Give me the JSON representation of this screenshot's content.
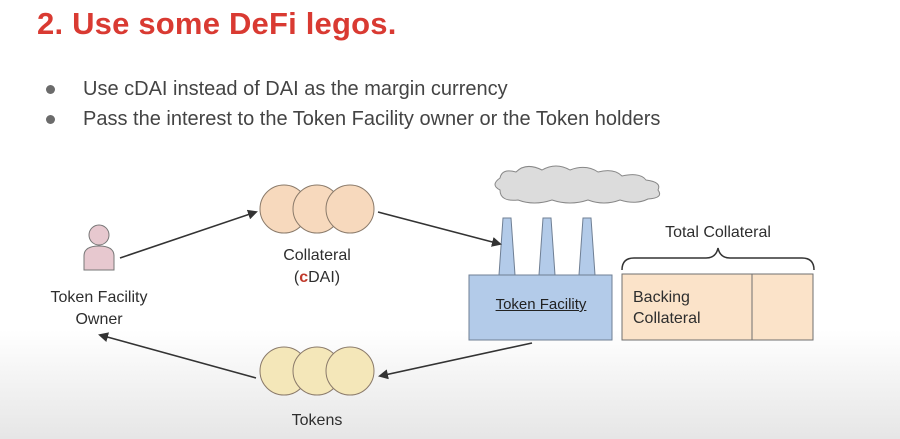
{
  "title": "2. Use some DeFi legos.",
  "bullets": [
    "Use cDAI instead of DAI as the margin currency",
    "Pass the interest to the Token Facility owner or the Token holders"
  ],
  "diagram": {
    "owner_label_line1": "Token Facility",
    "owner_label_line2": "Owner",
    "collateral_label": "Collateral",
    "collateral_sub_prefix": "(",
    "collateral_sub_c": "c",
    "collateral_sub_rest": "DAI)",
    "tokens_label": "Tokens",
    "factory_label": "Token Facility",
    "total_collateral_label": "Total Collateral",
    "backing_line1": "Backing",
    "backing_line2": "Collateral",
    "colors": {
      "title": "#d93a32",
      "collateral_coin": "#f7d9bd",
      "token_coin": "#f4e7b9",
      "factory": "#b3cbe9",
      "collateral_box": "#fbe3c9",
      "person": "#e7c8cf",
      "cloud": "#dcdcdc"
    }
  }
}
